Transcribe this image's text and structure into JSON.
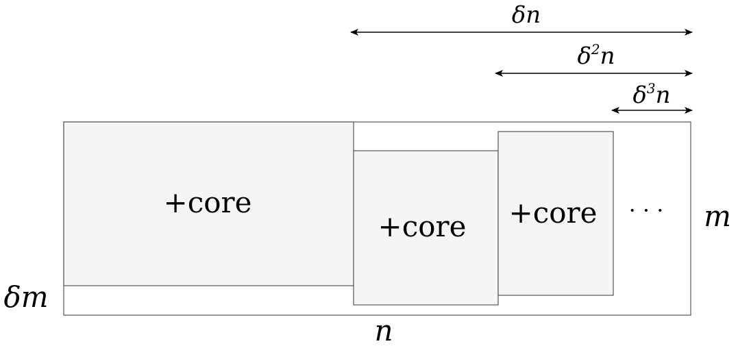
{
  "diagram": {
    "labels": {
      "delta_n": {
        "base": "δn"
      },
      "delta2_n": {
        "base": "δ",
        "exp": "2",
        "tail": "n"
      },
      "delta3_n": {
        "base": "δ",
        "exp": "3",
        "tail": "n"
      },
      "m": "m",
      "delta_m": "δm",
      "n": "n",
      "ellipsis": "· · ·"
    },
    "blocks": [
      {
        "label": "+core"
      },
      {
        "label": "+core"
      },
      {
        "label": "+core"
      }
    ],
    "colors": {
      "block_fill": "#f5f5f5",
      "stroke": "#555555",
      "arrow": "#000000"
    }
  }
}
